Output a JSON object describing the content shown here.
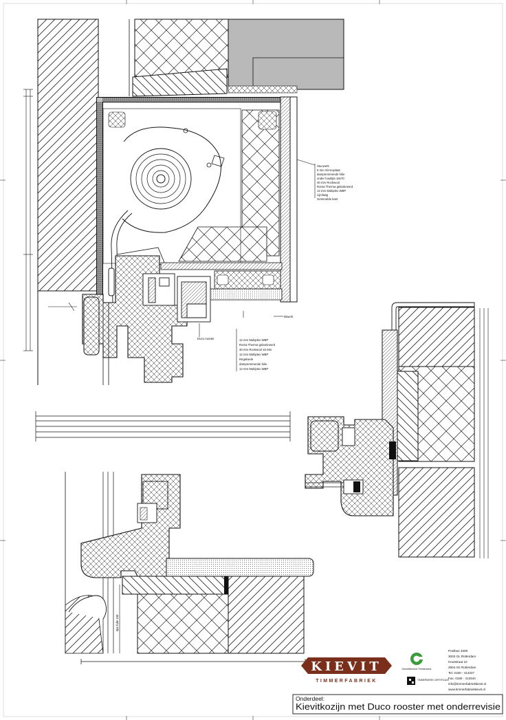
{
  "sheet": {
    "subject_label": "Onderdeel:",
    "subject_title": "Kievitkozijn met Duco rooster met onderrevisie"
  },
  "company": {
    "name": "KIEVIT",
    "subtitle": "TIMMERFABRIEK",
    "address_lines": [
      "Postbus 4309",
      "3003 GL Rotterdam",
      "Houtstraat 10",
      "2904 AD Rotterdam",
      "Tel. 0180 - 413327",
      "Fax. 0180 - 413344",
      "info@timmerfabriekkievit.nl",
      "www.timmerfabriekkievit.nl"
    ],
    "colors": {
      "brand": "#7a2f1a",
      "logo_green": "#3a9b3a"
    }
  },
  "certification": {
    "label_1": "Gecertificeerd Timmerwerk",
    "label_2": "TIMMERWERK CERTIFICAAT"
  },
  "annotations": {
    "box_layers": [
      "Stucwerk",
      "6 mm Gimcoplaat",
      "dampremmende folie",
      "onder houtlijst 18x70",
      "40 mm Rockwool",
      "Roma Therma gelamineerd",
      "12 mm Multiplex WBP",
      "Lijmlaag",
      "Gemmelde kast"
    ],
    "duco_note": "Duco rooster",
    "seal_note": "kitwerk",
    "frame_layers": [
      "12 mm Multiplex WBP",
      "Roma Therma gelamineerd",
      "40 mm Rockwool 16 Mm",
      "12 mm Multiplex WBP",
      "Regelwerk",
      "dampremmende folie",
      "12 mm Multiplex WBP"
    ],
    "sill_tag": "dpc fulle 150"
  }
}
